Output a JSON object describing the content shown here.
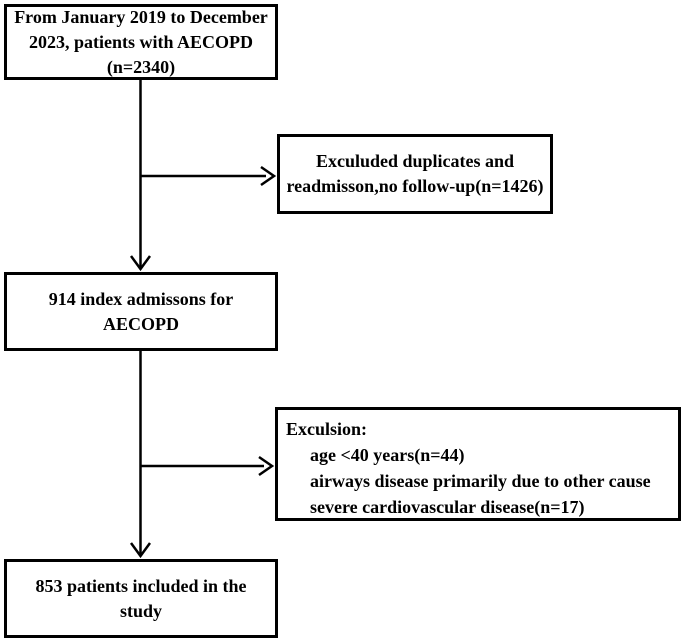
{
  "canvas": {
    "background": "#ffffff",
    "line_color": "#000000",
    "text_color": "#000000"
  },
  "flowchart": {
    "box1": {
      "lines": [
        "From January 2019 to December",
        "2023, patients with AECOPD",
        "(n=2340)"
      ]
    },
    "box2": {
      "lines": [
        "Exculuded duplicates and",
        "readmisson,no follow-up(n=1426)"
      ]
    },
    "box3": {
      "lines": [
        "914 index admissons for",
        "AECOPD"
      ]
    },
    "box4": {
      "title": "Exculsion:",
      "items": [
        "age <40 years(n=44)",
        "airways disease primarily due to other cause",
        "severe cardiovascular disease(n=17)"
      ]
    },
    "box5": {
      "lines": [
        "853 patients included in the",
        "study"
      ]
    }
  }
}
